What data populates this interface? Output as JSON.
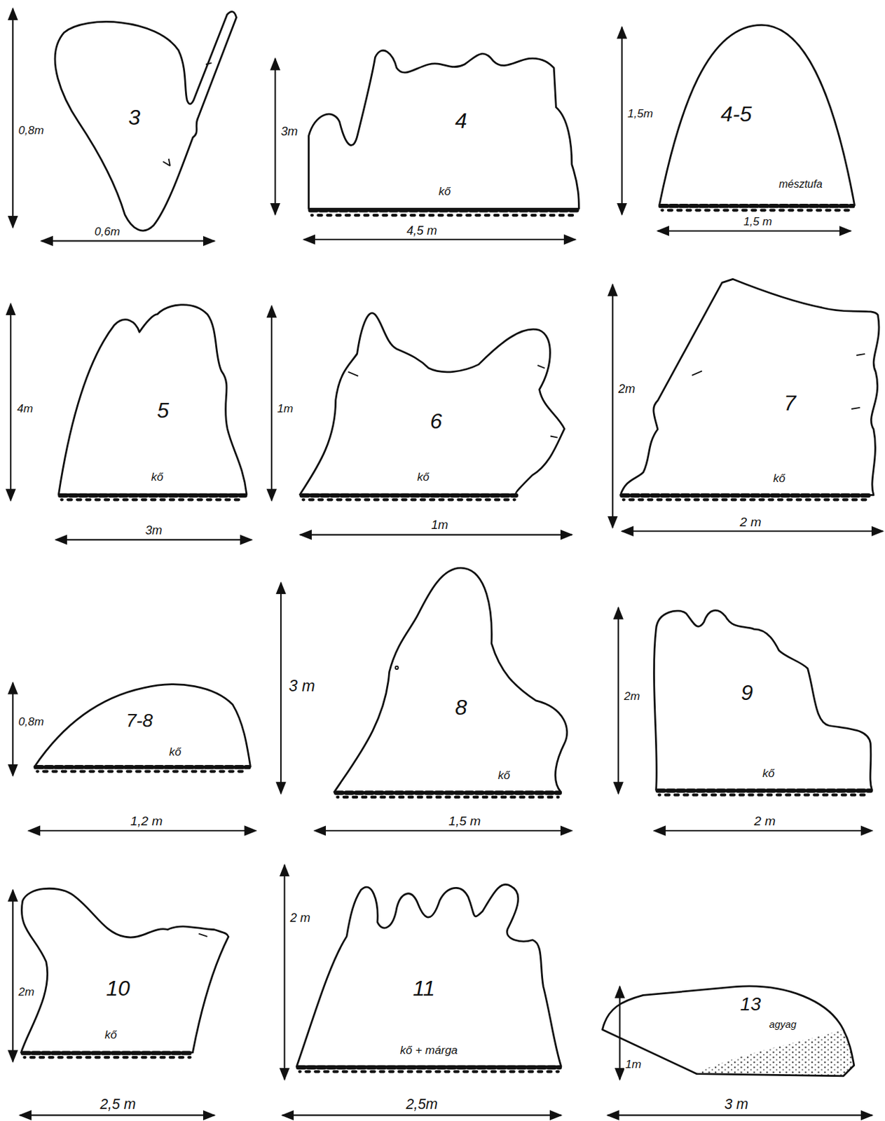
{
  "diagram": {
    "nodes": [
      {
        "text": [
          "3"
        ]
      },
      {
        "text": [
          "4",
          "kő"
        ]
      },
      {
        "text": [
          "4-5",
          "mésztufa"
        ]
      },
      {
        "text": [
          "5",
          "kő"
        ]
      },
      {
        "text": [
          "6",
          "kő"
        ]
      },
      {
        "text": [
          "7",
          "kő"
        ]
      },
      {
        "text": [
          "7-8",
          "kő"
        ]
      },
      {
        "text": [
          "8",
          "kő"
        ]
      },
      {
        "text": [
          "9",
          "kő"
        ]
      },
      {
        "text": [
          "10",
          "kő"
        ]
      },
      {
        "text": [
          "11",
          "kő + márga"
        ]
      },
      {
        "text": [
          "13",
          "agyag"
        ]
      }
    ],
    "labels": [
      "0,8m",
      "0,6m",
      "3m",
      "4,5 m",
      "1,5m",
      "1,5 m",
      "4m",
      "3m",
      "1m",
      "1m",
      "2m",
      "2 m",
      "0,8m",
      "1,2 m",
      "3 m",
      "1,5 m",
      "2m",
      "2 m",
      "2m",
      "2,5 m",
      "2 m",
      "2,5m",
      "1m",
      "3 m"
    ]
  }
}
